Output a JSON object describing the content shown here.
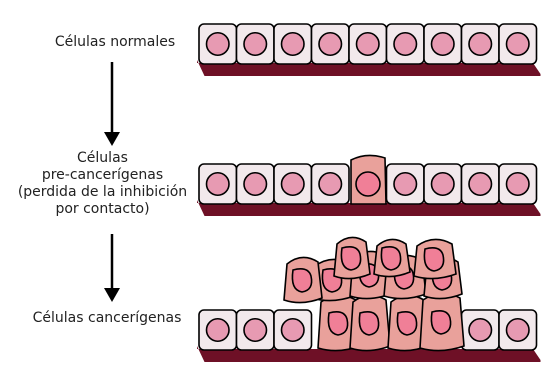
{
  "stages": {
    "normal": {
      "label": "Células normales"
    },
    "pre": {
      "lines": [
        "Células",
        "pre-cancerígenas",
        "(perdida de la inhibición",
        "por contacto)"
      ]
    },
    "cancer": {
      "label": "Células cancerígenas"
    }
  },
  "colors": {
    "cell_fill": "#f2e9ec",
    "nucleus": "#e79ab2",
    "tumor_fill": "#e9a19b",
    "tumor_nucleus": "#f07f97",
    "membrane": "#6e1026",
    "outline": "#000000",
    "arrow": "#000000"
  },
  "icons": {
    "arrow": "arrow-down-icon"
  }
}
